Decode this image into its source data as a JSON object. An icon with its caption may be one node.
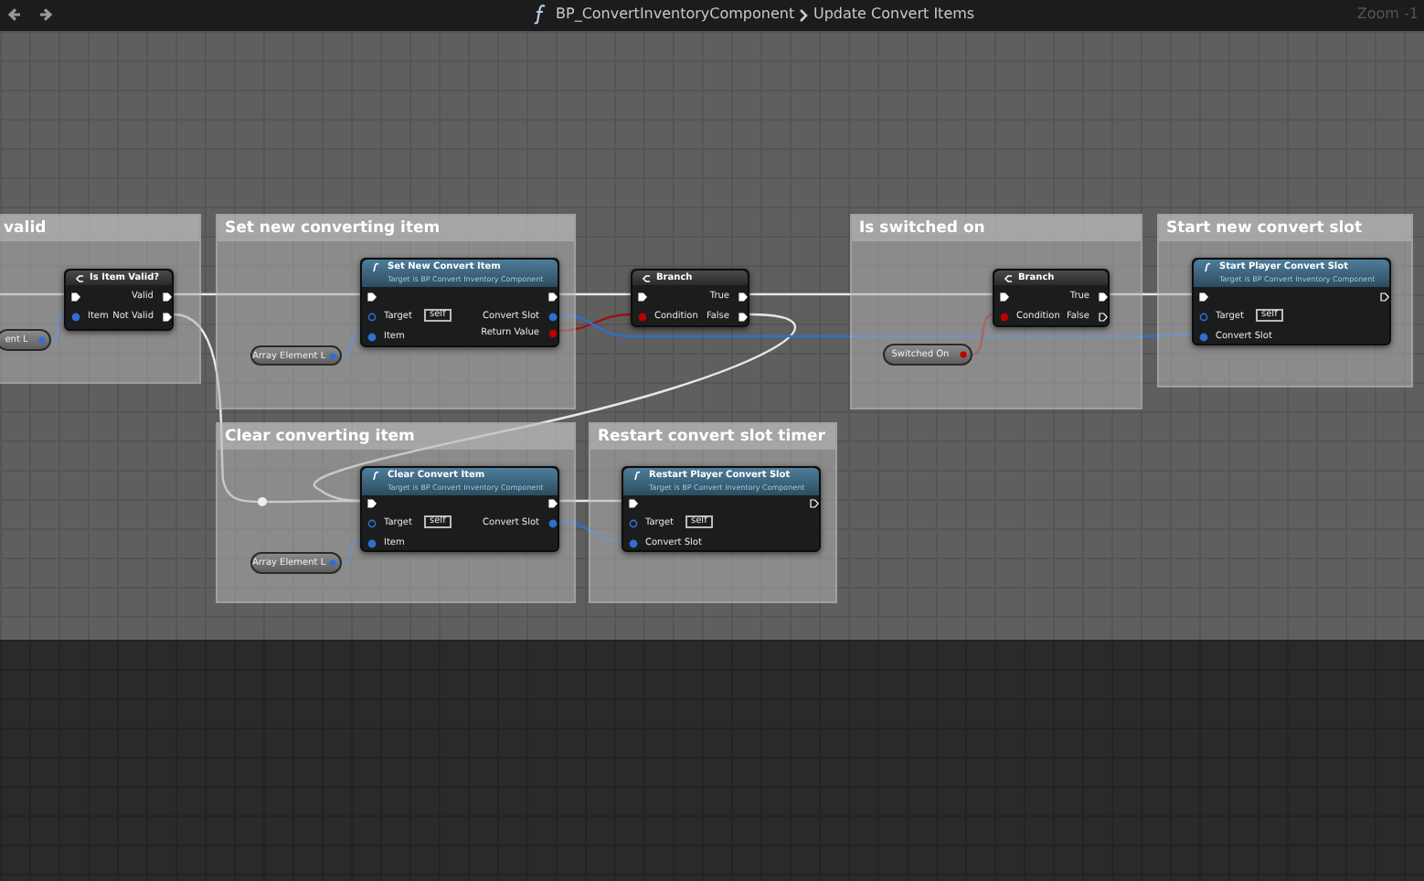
{
  "diagram": {
    "nodes": [
      {
        "text": [
          "valid"
        ]
      },
      {
        "text": [
          "Is Item Valid?",
          "Item",
          "Valid",
          "Not Valid"
        ],
        "in": 0
      },
      {
        "text": [
          "ent L"
        ],
        "in": 0
      },
      {
        "text": [
          "Set new converting item"
        ]
      },
      {
        "text": [
          "Set New Convert Item",
          "Target is BP Convert Inventory Component",
          "Target",
          "self",
          "Item",
          "Convert Slot",
          "Return Value"
        ],
        "in": 3
      },
      {
        "text": [
          "Array Element L"
        ],
        "in": 3
      },
      {
        "text": [
          "Branch",
          "Condition",
          "True",
          "False"
        ]
      },
      {
        "text": [
          "Is switched on"
        ]
      },
      {
        "text": [
          "Branch",
          "Condition",
          "True",
          "False"
        ],
        "in": 7
      },
      {
        "text": [
          "Switched On"
        ],
        "in": 7
      },
      {
        "text": [
          "Start new convert slot"
        ]
      },
      {
        "text": [
          "Start Player Convert Slot",
          "Target is BP Convert Inventory Component",
          "Target",
          "self",
          "Convert Slot"
        ],
        "in": 10
      },
      {
        "text": [
          "Clear converting item"
        ]
      },
      {
        "text": [
          "Clear Convert Item",
          "Target is BP Convert Inventory Component",
          "Target",
          "self",
          "Item",
          "Convert Slot"
        ],
        "in": 12
      },
      {
        "text": [
          "Array Element L"
        ],
        "in": 12
      },
      {
        "text": [
          "Restart convert slot timer"
        ]
      },
      {
        "text": [
          "Restart Player Convert Slot",
          "Target is BP Convert Inventory Component",
          "Target",
          "self",
          "Convert Slot"
        ],
        "in": 15
      },
      {
        "text": [],
        "shape": "circle",
        "in": 12
      }
    ],
    "edges": [
      {
        "from": null,
        "to": 1,
        "arrow": "none"
      },
      {
        "from": 2,
        "to": 1,
        "arrow": "none",
        "color": "#2f6fd0"
      },
      {
        "from": 1,
        "to": 4,
        "arrow": "none"
      },
      {
        "from": 1,
        "to": 17,
        "arrow": "none"
      },
      {
        "from": 17,
        "to": 13,
        "arrow": "none"
      },
      {
        "from": 5,
        "to": 4,
        "arrow": "none",
        "color": "#2f6fd0"
      },
      {
        "from": 4,
        "to": 6,
        "arrow": "none"
      },
      {
        "from": 4,
        "to": 6,
        "arrow": "none",
        "color": "#a01010"
      },
      {
        "from": 6,
        "to": 8,
        "arrow": "none"
      },
      {
        "from": 6,
        "to": 13,
        "arrow": "none"
      },
      {
        "from": 4,
        "to": 11,
        "arrow": "none",
        "color": "#2f6fd0"
      },
      {
        "from": 9,
        "to": 8,
        "arrow": "none",
        "color": "#a01010"
      },
      {
        "from": 8,
        "to": 11,
        "arrow": "none"
      },
      {
        "from": 14,
        "to": 13,
        "arrow": "none",
        "color": "#2f6fd0"
      },
      {
        "from": 13,
        "to": 16,
        "arrow": "none"
      },
      {
        "from": 13,
        "to": 16,
        "arrow": "none",
        "color": "#2f6fd0"
      }
    ],
    "labels": [
      "BP_ConvertInventoryComponent",
      "Update Convert Items",
      "Zoom -1"
    ]
  }
}
